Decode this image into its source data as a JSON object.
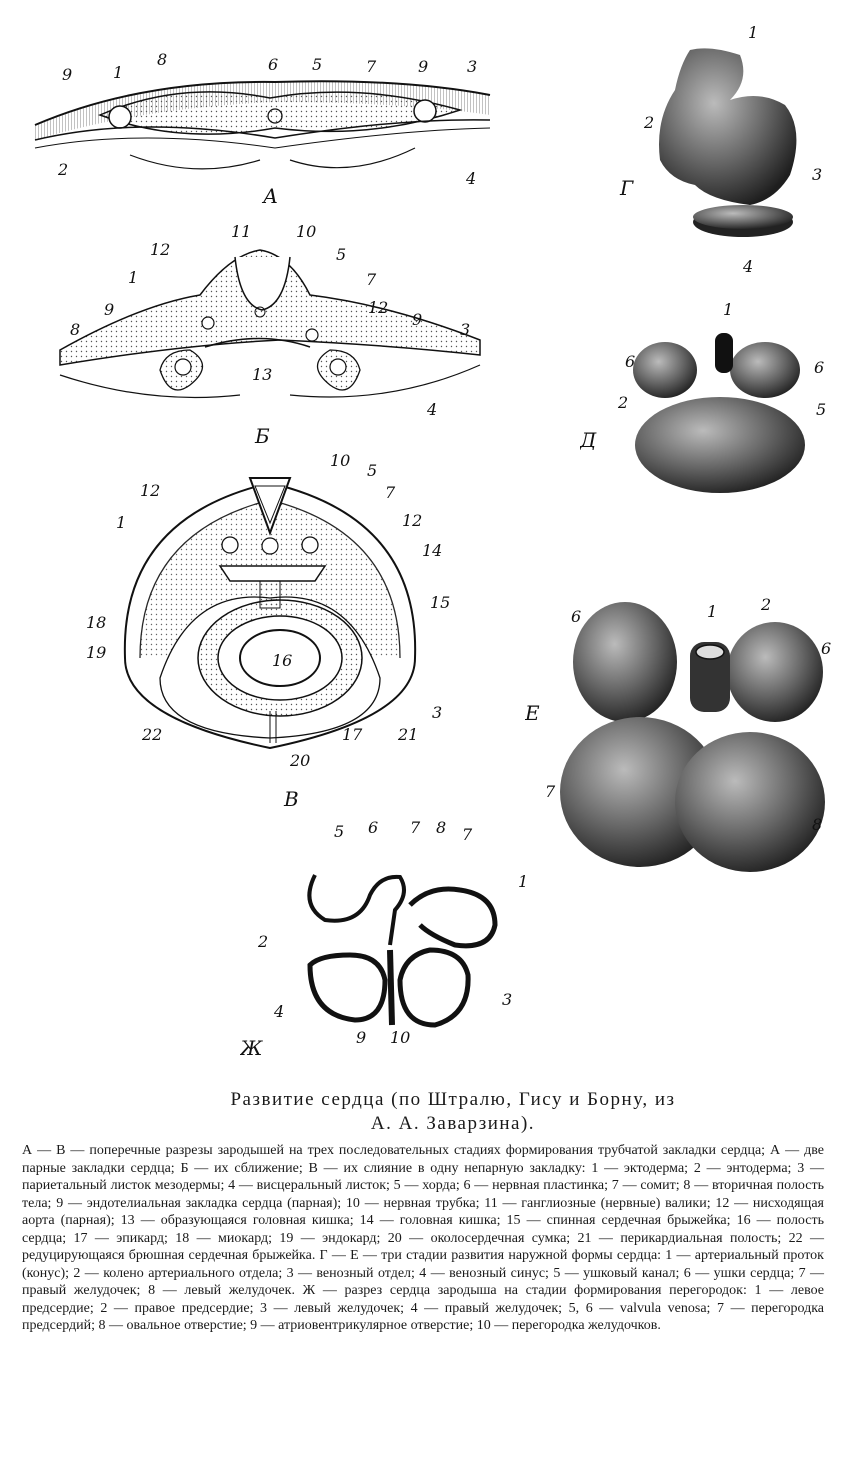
{
  "panels": {
    "A": {
      "letter": "А",
      "labels": [
        "9",
        "1",
        "8",
        "6",
        "5",
        "7",
        "9",
        "3",
        "2",
        "4"
      ]
    },
    "B": {
      "letter": "Б",
      "labels": [
        "11",
        "10",
        "12",
        "5",
        "1",
        "7",
        "12",
        "9",
        "9",
        "8",
        "3",
        "13",
        "4"
      ]
    },
    "V": {
      "letter": "В",
      "labels": [
        "10",
        "5",
        "12",
        "7",
        "12",
        "1",
        "14",
        "15",
        "18",
        "16",
        "19",
        "3",
        "22",
        "17",
        "21",
        "20"
      ]
    },
    "G": {
      "letter": "Г",
      "labels": [
        "1",
        "2",
        "3",
        "4"
      ]
    },
    "D": {
      "letter": "Д",
      "labels": [
        "1",
        "6",
        "6",
        "2",
        "5"
      ]
    },
    "E": {
      "letter": "Е",
      "labels": [
        "6",
        "1",
        "2",
        "6",
        "7",
        "8"
      ]
    },
    "Zh": {
      "letter": "Ж",
      "labels": [
        "5",
        "6",
        "7",
        "8",
        "7",
        "1",
        "2",
        "4",
        "9",
        "10",
        "3"
      ]
    }
  },
  "caption": {
    "title_line1": "Развитие   сердца  (по  Штралю,  Гису  и  Борну,  из",
    "title_line2": "А.  А.  Заварзина).",
    "body": "А — В — поперечные разрезы зародышей на трех последовательных стадиях формирования трубчатой закладки сердца; А — две парные закладки сердца; Б — их сближение; В — их слияние в одну непарную закладку: 1 — эктодерма; 2 — энтодерма; 3 — париетальный листок мезодермы; 4 — висцеральный листок; 5 — хорда; 6 — нервная пластинка; 7 — сомит; 8 — вторичная полость тела; 9 — эндотелиальная закладка сердца (парная); 10 — нервная трубка; 11 — ганглиозные (нервные) валики; 12 — нисходящая аорта (парная); 13 — образующаяся головная кишка; 14 — головная кишка; 15 — спинная сердечная брыжейка; 16 — полость сердца; 17 — эпикард; 18 — миокард; 19 — эндокард; 20 — околосердечная сумка; 21 — перикардиальная полость; 22 — редуцирующаяся брюшная сердечная брыжейка. Г — Е — три стадии развития наружной формы сердца: 1 — артериальный проток (конус); 2 — колено артериального отдела; 3 — венозный отдел; 4 — венозный синус; 5 — ушковый канал; 6 — ушки сердца; 7 — правый желудочек; 8 — левый желудочек. Ж — разрез сердца зародыша на стадии формирования перегородок: 1 — левое предсердие; 2 — правое предсердие; 3 — левый желудочек; 4 — правый желудочек; 5, 6 — valvula venosa; 7 — перегородка предсердий; 8 — овальное отверстие; 9 — атриовентрикулярное отверстие; 10 — перегородка желудочков."
  }
}
